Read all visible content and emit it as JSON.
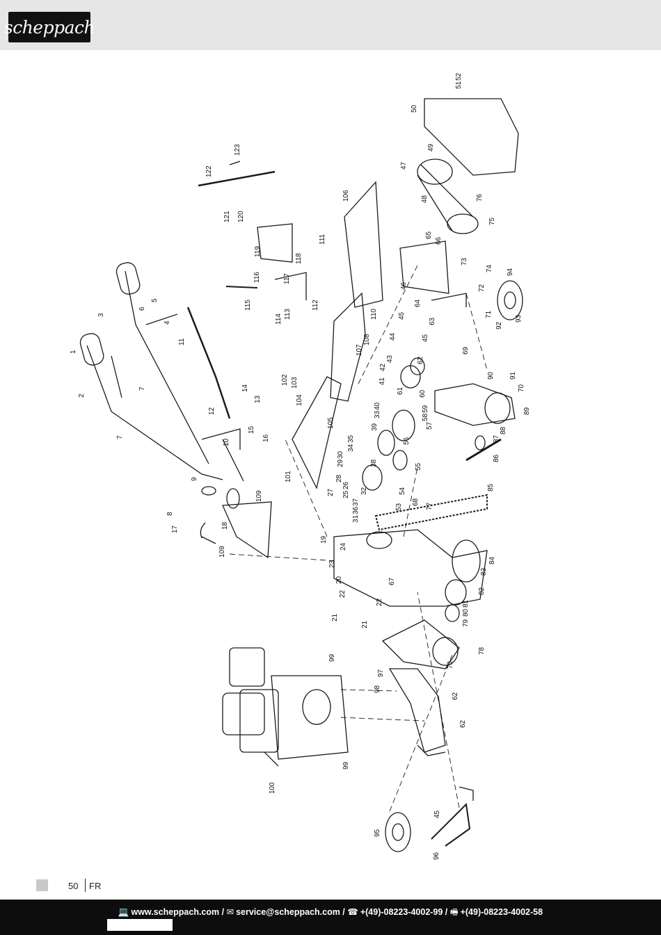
{
  "header": {
    "logo_text": "scheppach"
  },
  "diagram": {
    "part_numbers": [
      "1",
      "2",
      "3",
      "4",
      "5",
      "6",
      "7",
      "7",
      "8",
      "9",
      "10",
      "11",
      "12",
      "13",
      "14",
      "15",
      "16",
      "17",
      "18",
      "19",
      "20",
      "21",
      "21",
      "22",
      "22",
      "23",
      "24",
      "25",
      "26",
      "27",
      "28",
      "29",
      "30",
      "31",
      "32",
      "33",
      "34",
      "35",
      "36",
      "37",
      "38",
      "39",
      "40",
      "41",
      "42",
      "43",
      "44",
      "45",
      "45",
      "45",
      "46",
      "47",
      "48",
      "49",
      "50",
      "51",
      "52",
      "53",
      "54",
      "55",
      "56",
      "57",
      "58",
      "59",
      "60",
      "61",
      "62",
      "62",
      "62",
      "63",
      "64",
      "65",
      "66",
      "67",
      "68",
      "69",
      "70",
      "70",
      "71",
      "72",
      "73",
      "74",
      "75",
      "76",
      "77",
      "78",
      "79",
      "80",
      "81",
      "82",
      "83",
      "84",
      "85",
      "86",
      "87",
      "88",
      "89",
      "90",
      "91",
      "92",
      "93",
      "94",
      "95",
      "96",
      "97",
      "98",
      "99",
      "99",
      "100",
      "101",
      "102",
      "103",
      "104",
      "105",
      "106",
      "107",
      "108",
      "109",
      "109",
      "110",
      "111",
      "112",
      "113",
      "114",
      "115",
      "116",
      "117",
      "118",
      "119",
      "120",
      "121",
      "122",
      "123"
    ]
  },
  "footer": {
    "page_number": "50",
    "language": "FR",
    "web_icon": "💻",
    "website": "www.scheppach.com /",
    "mail_icon": "✉",
    "email": "service@scheppach.com /",
    "phone_icon": "☎",
    "phone": "+(49)-08223-4002-99 /",
    "fax_icon": "🖷",
    "fax": "+(49)-08223-4002-58"
  }
}
